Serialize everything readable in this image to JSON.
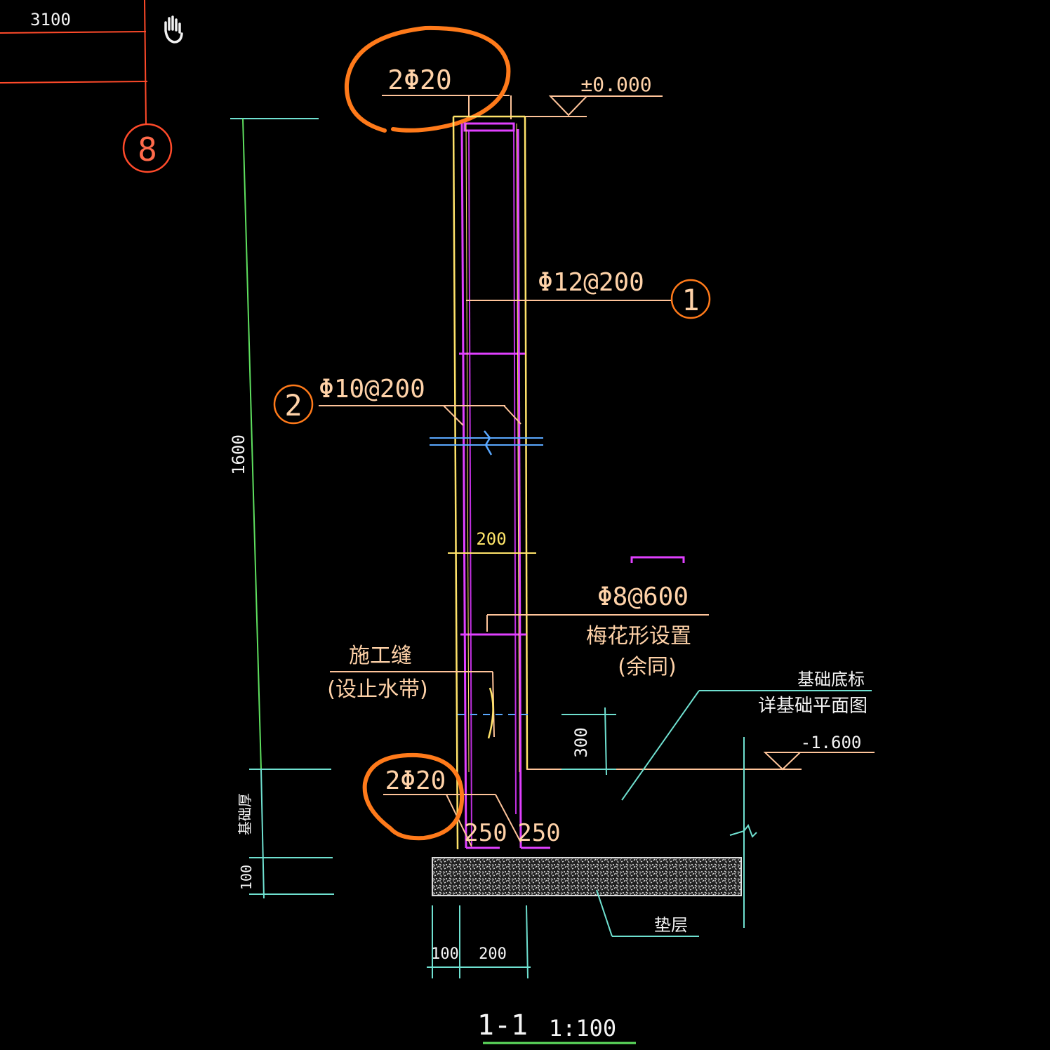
{
  "colors": {
    "background": "#000000",
    "axis": "#ff4a2a",
    "concrete": "#ffe36a",
    "rebar": "#e040ff",
    "leader": "#ffc49a",
    "dimension": "#6fe0d0",
    "dim_green": "#5fe05f",
    "water_stop": "#5aa8ff",
    "annotation": "#ff7a1a"
  },
  "axis": {
    "dim_top": "3100",
    "grid_label": "8"
  },
  "labels": {
    "top_bar": "2Φ20",
    "top_elev": "±0.000",
    "horiz_bar": "Φ12@200",
    "horiz_tag": "1",
    "vert_bar": "Φ10@200",
    "vert_tag": "2",
    "wall_thk": "200",
    "tie_bar": "Φ8@600",
    "tie_note": "梅花形设置",
    "tie_note2": "(余同)",
    "joint": "施工缝",
    "joint2": "(设止水带)",
    "found_note": "基础底标",
    "found_note2": "详基础平面图",
    "bot_elev": "-1.600",
    "dim_300": "300",
    "bot_bar": "2Φ20",
    "lap_left": "250",
    "lap_right": "250",
    "cushion": "垫层",
    "dim_100": "100",
    "dim_200b": "200",
    "dim_1600": "1600",
    "dim_base": "基础厚",
    "dim_100v": "100",
    "section": "1-1",
    "scale": "1:100"
  }
}
